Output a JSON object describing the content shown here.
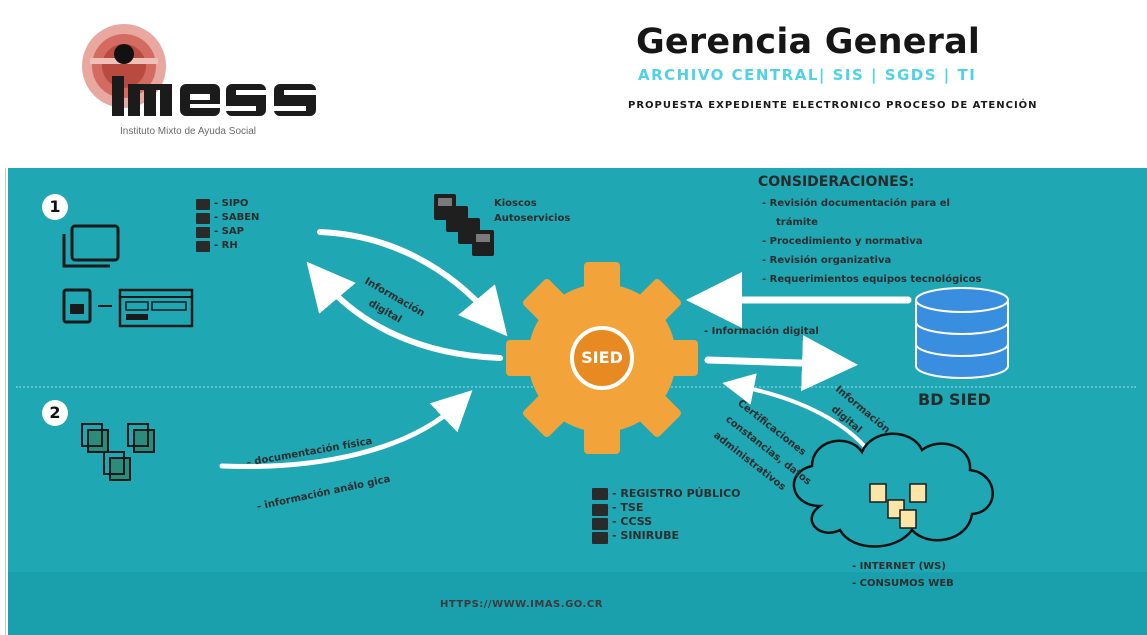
{
  "colors": {
    "teal_background": "#1fa7b4",
    "gear_orange": "#f2a33a",
    "database_blue": "#3a8ee0",
    "subtitle_cyan": "#4fd2e6",
    "arrow_white": "#ffffff"
  },
  "header": {
    "logo_text": "imas",
    "logo_subtitle": "Instituto Mixto de Ayuda Social",
    "title": "Gerencia General",
    "subtitle": "ARCHIVO CENTRAL| SIS | SGDS | TI",
    "description": "PROPUESTA EXPEDIENTE ELECTRONICO PROCESO DE ATENCIÓN"
  },
  "section1": {
    "number": "1",
    "systems": [
      "SIPO",
      "SABEN",
      "SAP",
      "RH"
    ],
    "kiosks_line1": "Kioscos",
    "kiosks_line2": "Autoservicios",
    "icons": [
      "windows-icon",
      "document-icon",
      "screen-form-icon"
    ]
  },
  "section2": {
    "number": "2",
    "icons": [
      "document-stack-icon"
    ]
  },
  "center": {
    "gear_label": "SIED"
  },
  "considerations": {
    "title": "CONSIDERACIONES:",
    "items": [
      "- Revisión documentación para el",
      "trámite",
      "- Procedimiento y normativa",
      "- Revisión organizativa",
      "- Requerimientos equipos tecnológicos"
    ]
  },
  "arrow_labels": {
    "info_digital_left_1": "Información",
    "info_digital_left_2": "digital",
    "info_digital_center": "- Información digital",
    "doc_fisica": "- documentación física",
    "info_analogica": "- información análo gica",
    "info_digital_right_1": "Información",
    "info_digital_right_2": "digital",
    "certificaciones_1": "Certificaciones",
    "certificaciones_2": "constancias, datos",
    "certificaciones_3": "administrativos"
  },
  "database": {
    "label": "BD SIED"
  },
  "external_sources": [
    "REGISTRO PÚBLICO",
    "TSE",
    "CCSS",
    "SINIRUBE"
  ],
  "cloud": {
    "line1": "- INTERNET (WS)",
    "line2": "- CONSUMOS WEB"
  },
  "footer": {
    "url": "HTTPS://WWW.IMAS.GO.CR"
  }
}
